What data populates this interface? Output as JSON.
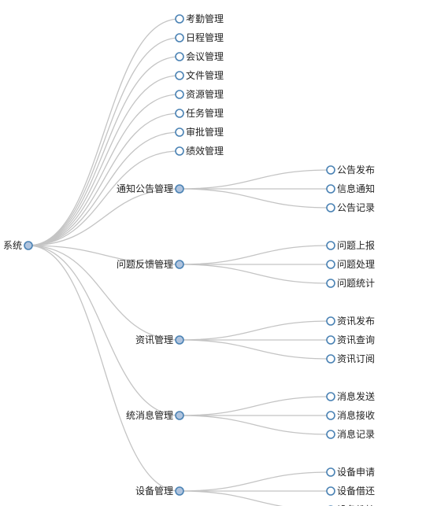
{
  "tree": {
    "root": {
      "label": "系统",
      "collapsed": true,
      "children": [
        {
          "label": "考勤管理"
        },
        {
          "label": "日程管理"
        },
        {
          "label": "会议管理"
        },
        {
          "label": "文件管理"
        },
        {
          "label": "资源管理"
        },
        {
          "label": "任务管理"
        },
        {
          "label": "审批管理"
        },
        {
          "label": "绩效管理"
        },
        {
          "label": "通知公告管理",
          "collapsed": true,
          "children": [
            {
              "label": "公告发布"
            },
            {
              "label": "信息通知"
            },
            {
              "label": "公告记录"
            }
          ]
        },
        {
          "label": "问题反馈管理",
          "collapsed": true,
          "children": [
            {
              "label": "问题上报"
            },
            {
              "label": "问题处理"
            },
            {
              "label": "问题统计"
            }
          ]
        },
        {
          "label": "资讯管理",
          "collapsed": true,
          "children": [
            {
              "label": "资讯发布"
            },
            {
              "label": "资讯查询"
            },
            {
              "label": "资讯订阅"
            }
          ]
        },
        {
          "label": "统消息管理",
          "collapsed": true,
          "children": [
            {
              "label": "消息发送"
            },
            {
              "label": "消息接收"
            },
            {
              "label": "消息记录"
            }
          ]
        },
        {
          "label": "设备管理",
          "collapsed": true,
          "children": [
            {
              "label": "设备申请"
            },
            {
              "label": "设备借还"
            },
            {
              "label": "设备维护"
            }
          ]
        }
      ]
    },
    "colors": {
      "link": "#c4c4c4",
      "node_stroke": "#4a82b4",
      "leaf_fill": "#ffffff",
      "branch_fill": "#b0c4de",
      "text": "#222222"
    }
  }
}
